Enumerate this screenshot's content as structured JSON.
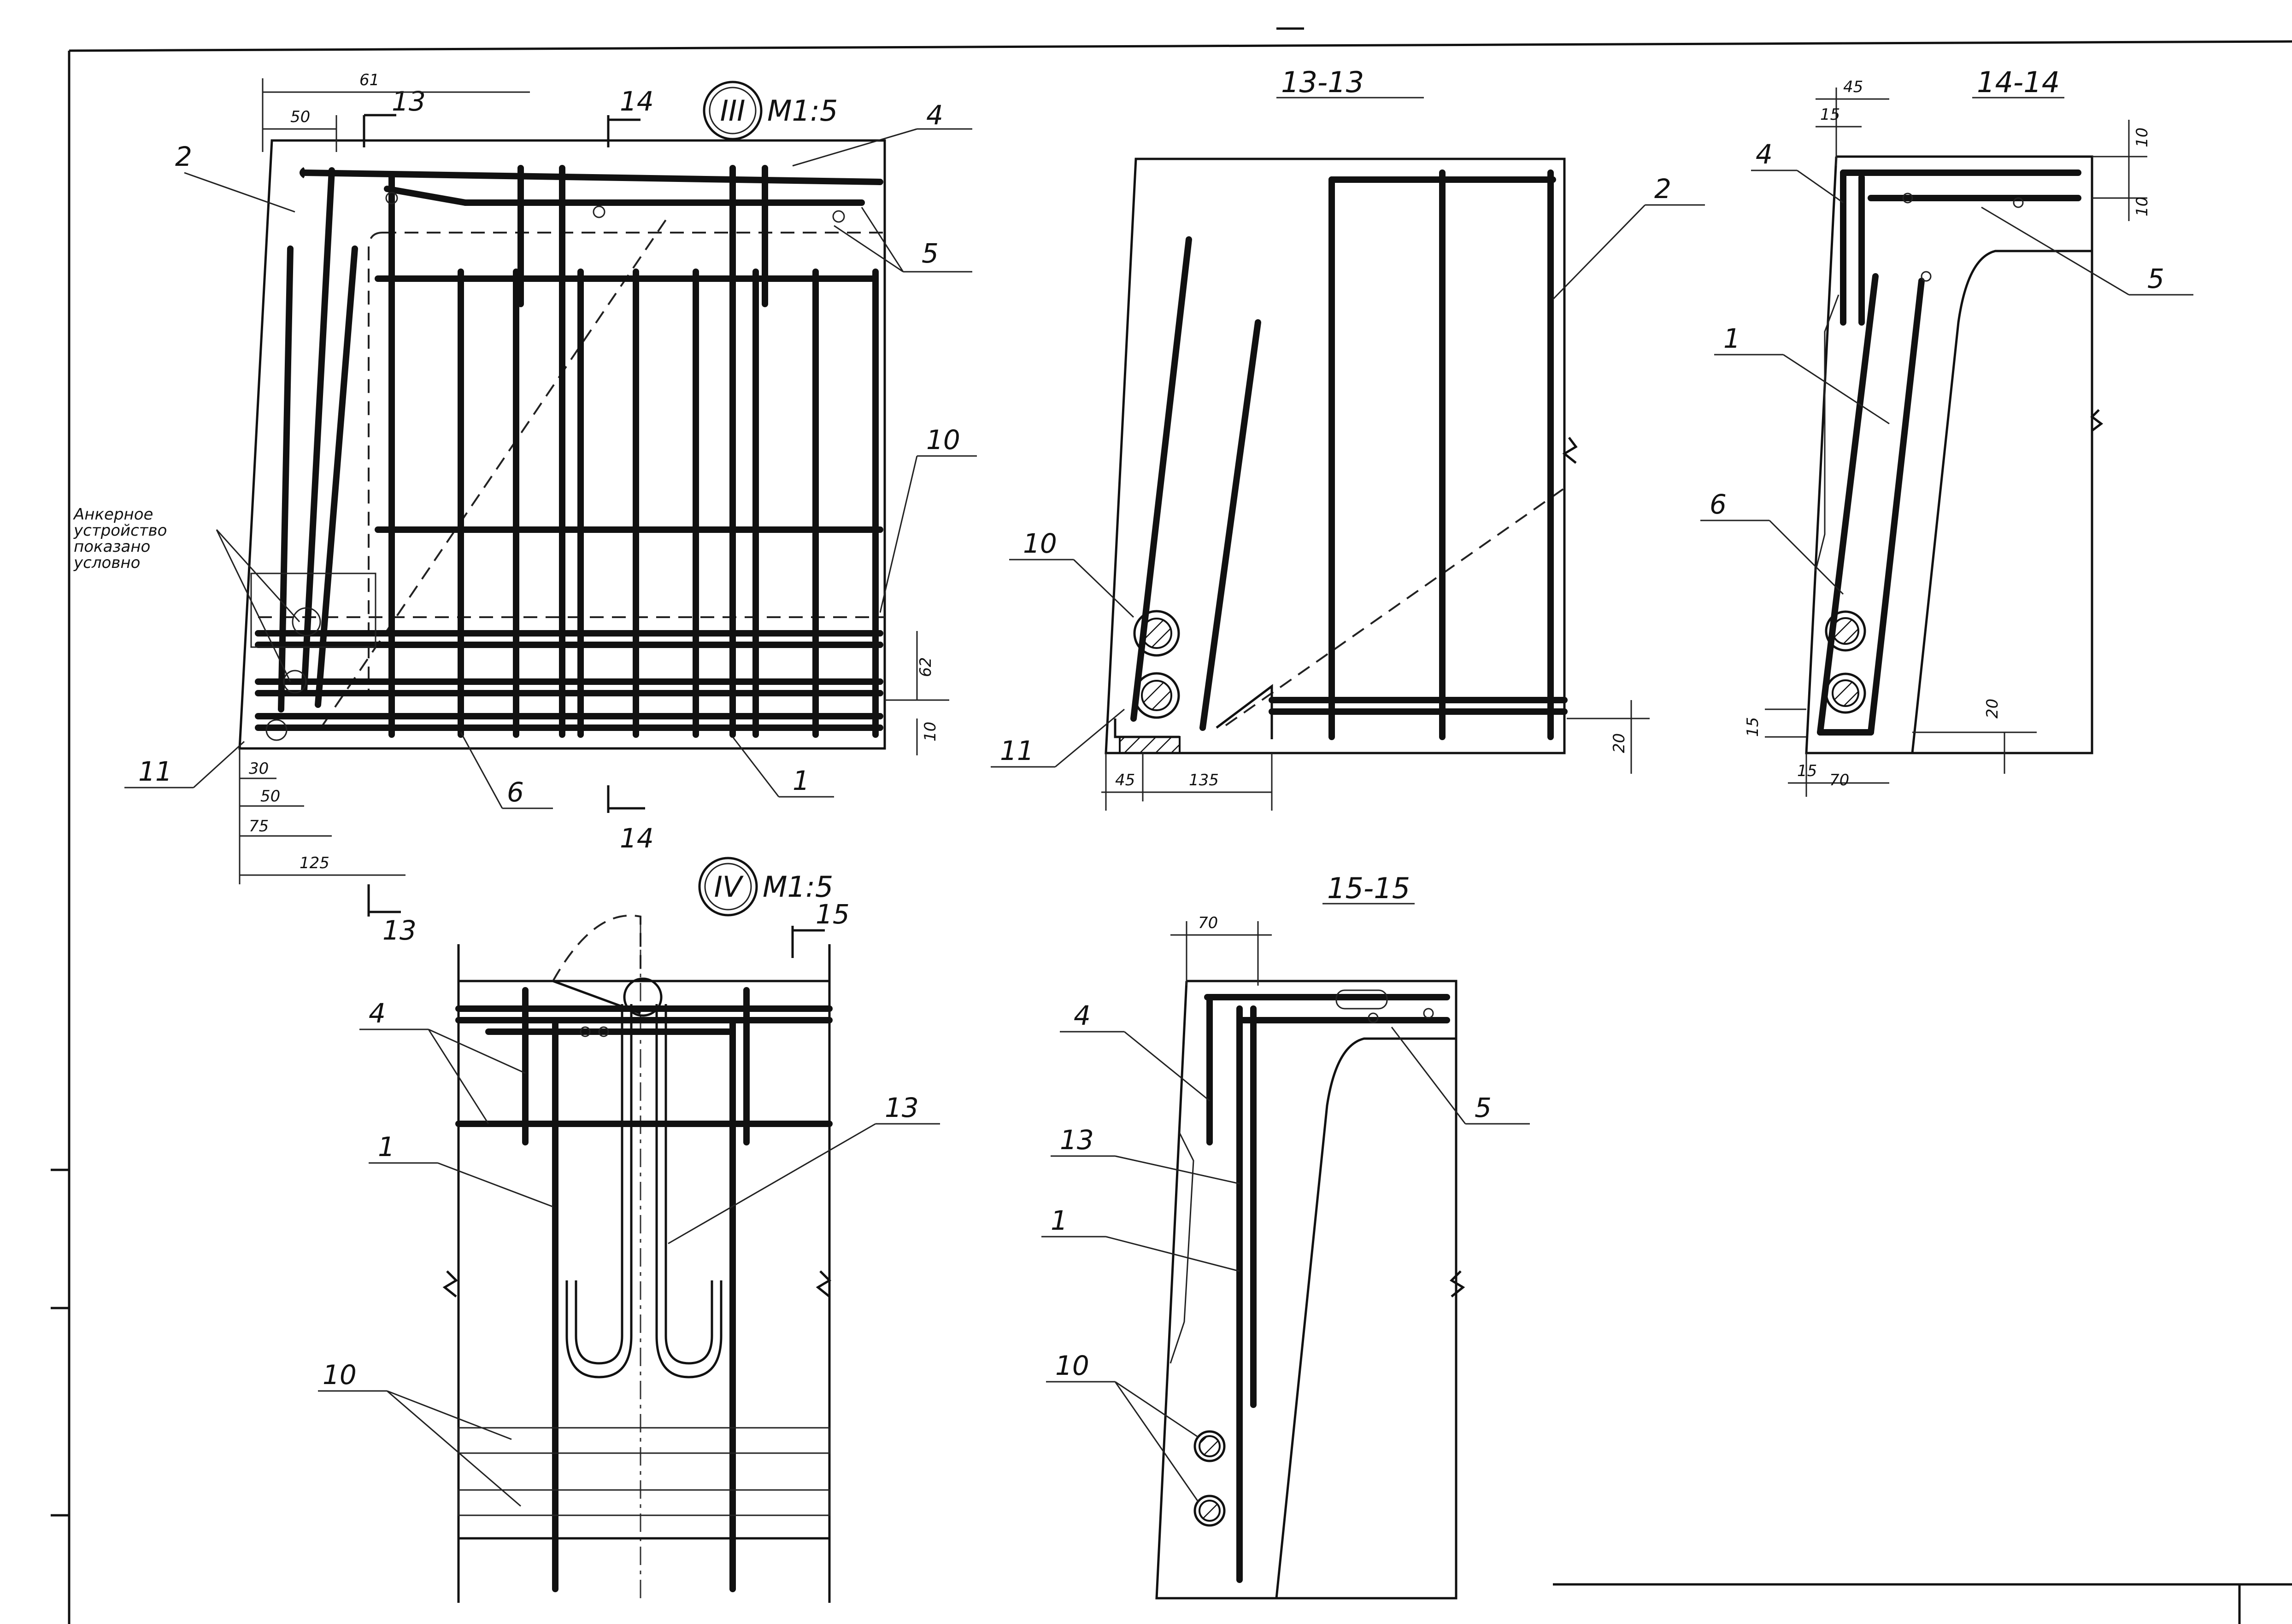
{
  "sheet": {
    "ink_color": "#111111",
    "paper_color": "#ffffff"
  },
  "view_iii": {
    "title_roman": "III",
    "scale": "М1:5",
    "section_marks": [
      "13",
      "14",
      "14",
      "13"
    ],
    "callouts": [
      "2",
      "4",
      "5",
      "10",
      "11",
      "6",
      "1"
    ],
    "note_lines": [
      "Анкерное",
      "устройство",
      "показано",
      "условно"
    ],
    "dims": [
      "61",
      "50",
      "62",
      "10",
      "30",
      "50",
      "75",
      "125"
    ]
  },
  "section_13": {
    "title": "13-13",
    "callouts": [
      "2",
      "10",
      "11"
    ],
    "dims": [
      "45",
      "135",
      "20"
    ]
  },
  "section_14": {
    "title": "14-14",
    "callouts": [
      "4",
      "5",
      "1",
      "6"
    ],
    "dims": [
      "45",
      "15",
      "10",
      "10",
      "20",
      "15",
      "15",
      "70"
    ]
  },
  "view_iv": {
    "title_roman": "IV",
    "scale": "М1:5",
    "section_marks": [
      "15"
    ],
    "callouts": [
      "4",
      "1",
      "13",
      "10"
    ]
  },
  "section_15": {
    "title": "15-15",
    "callouts": [
      "4",
      "13",
      "1",
      "10",
      "5"
    ],
    "dims": [
      "70"
    ]
  }
}
